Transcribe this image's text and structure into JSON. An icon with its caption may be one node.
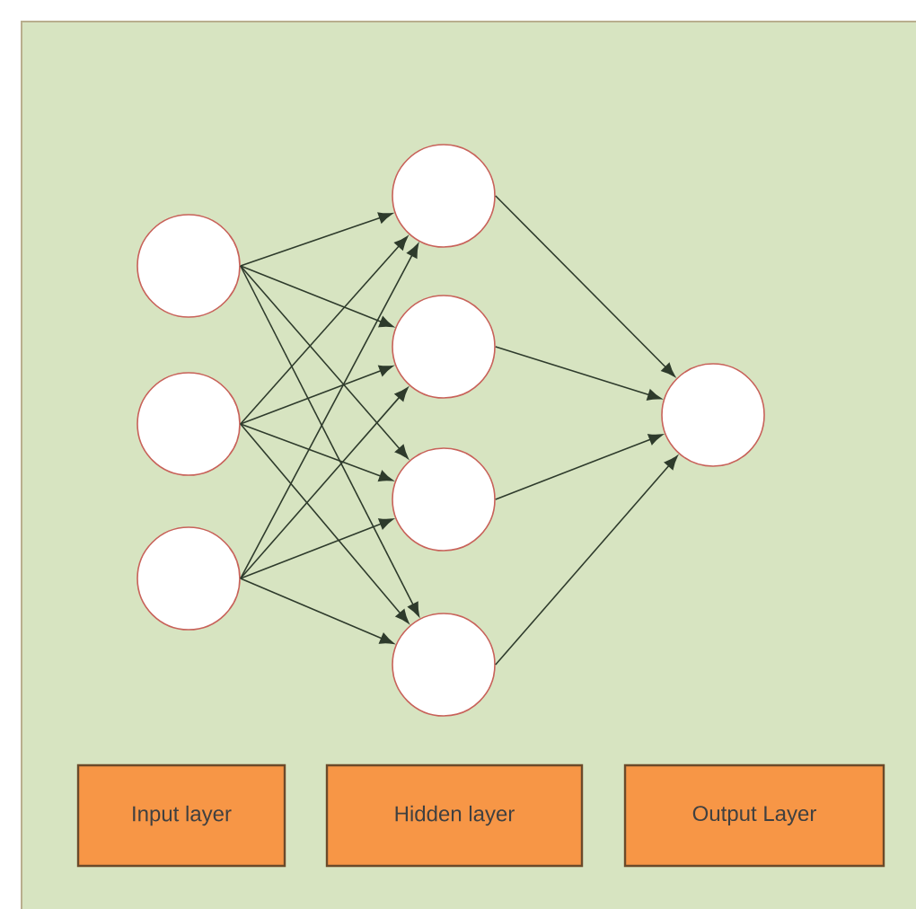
{
  "diagram": {
    "nodes": [
      {
        "text": [],
        "shape": "circle"
      },
      {
        "text": [],
        "shape": "circle"
      },
      {
        "text": [],
        "shape": "circle"
      },
      {
        "text": [],
        "shape": "circle"
      },
      {
        "text": [],
        "shape": "circle"
      },
      {
        "text": [],
        "shape": "circle"
      },
      {
        "text": [],
        "shape": "circle"
      },
      {
        "text": [],
        "shape": "circle"
      },
      {
        "text": [
          "Input layer"
        ]
      },
      {
        "text": [
          "Hidden layer"
        ]
      },
      {
        "text": [
          "Output Layer"
        ]
      }
    ],
    "edges": [
      {
        "from": 0,
        "to": 3,
        "arrow": "to"
      },
      {
        "from": 0,
        "to": 4,
        "arrow": "to"
      },
      {
        "from": 0,
        "to": 5,
        "arrow": "to"
      },
      {
        "from": 0,
        "to": 6,
        "arrow": "to"
      },
      {
        "from": 1,
        "to": 3,
        "arrow": "to"
      },
      {
        "from": 1,
        "to": 4,
        "arrow": "to"
      },
      {
        "from": 1,
        "to": 5,
        "arrow": "to"
      },
      {
        "from": 1,
        "to": 6,
        "arrow": "to"
      },
      {
        "from": 2,
        "to": 3,
        "arrow": "to"
      },
      {
        "from": 2,
        "to": 4,
        "arrow": "to"
      },
      {
        "from": 2,
        "to": 5,
        "arrow": "to"
      },
      {
        "from": 2,
        "to": 6,
        "arrow": "to"
      },
      {
        "from": 3,
        "to": 7,
        "arrow": "to"
      },
      {
        "from": 4,
        "to": 7,
        "arrow": "to"
      },
      {
        "from": 5,
        "to": 7,
        "arrow": "to"
      },
      {
        "from": 6,
        "to": 7,
        "arrow": "to"
      }
    ]
  }
}
